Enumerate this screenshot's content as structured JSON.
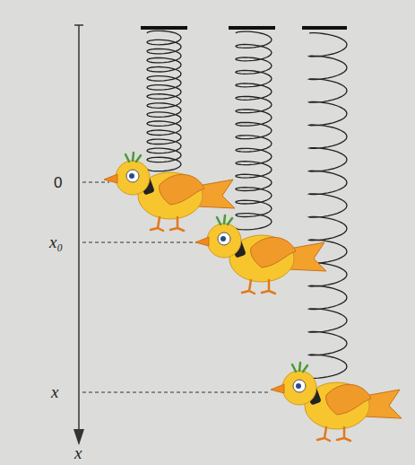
{
  "diagram": {
    "labels": [
      "0",
      "x₀",
      "x",
      "x"
    ]
  }
}
